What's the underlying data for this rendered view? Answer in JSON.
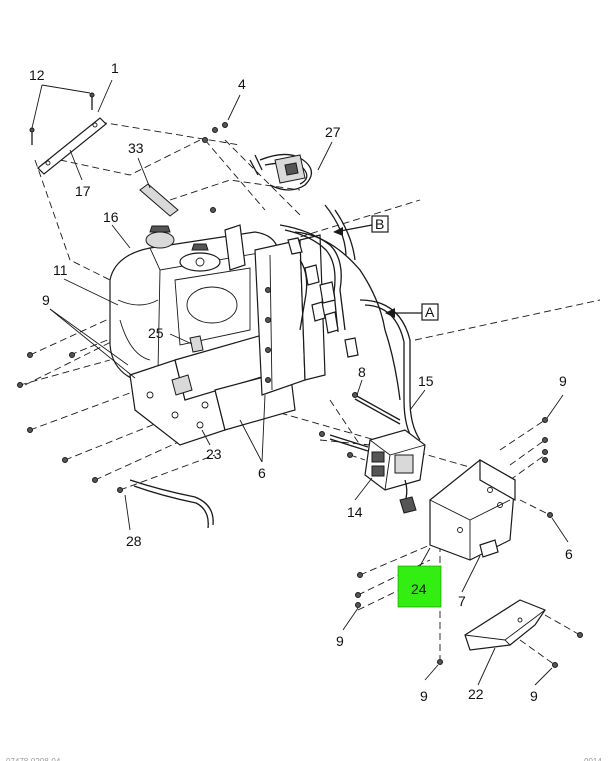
{
  "callouts": [
    "12",
    "1",
    "4",
    "27",
    "33",
    "17",
    "16",
    "11",
    "9",
    "25",
    "23",
    "6",
    "28",
    "8",
    "15",
    "14",
    "24",
    "7",
    "22",
    "B",
    "A"
  ],
  "labels": {
    "c12": "12",
    "c1": "1",
    "c4": "4",
    "c27": "27",
    "c33": "33",
    "c17": "17",
    "c16": "16",
    "c11": "11",
    "c9a": "9",
    "c25": "25",
    "c23": "23",
    "c6a": "6",
    "c28": "28",
    "c8": "8",
    "c15": "15",
    "c14": "14",
    "c9b": "9",
    "c6b": "6",
    "c24": "24",
    "c7": "7",
    "c9c": "9",
    "c22": "22",
    "c9d": "9",
    "c9e": "9",
    "refB": "B",
    "refA": "A"
  },
  "highlight": {
    "label": "24",
    "color": "#33ee11"
  },
  "footer": {
    "left": "07478-0208-04",
    "right": "0014"
  }
}
